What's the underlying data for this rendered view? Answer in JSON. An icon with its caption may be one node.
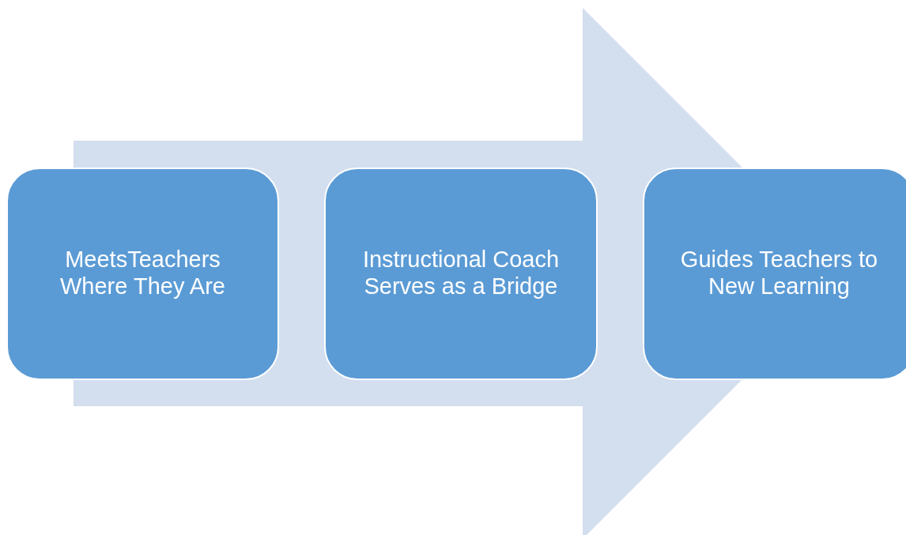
{
  "diagram": {
    "nodes": [
      {
        "text": [
          "MeetsTeachers Where They Are"
        ]
      },
      {
        "text": [
          "Instructional Coach Serves as a Bridge"
        ]
      },
      {
        "text": [
          "Guides Teachers to New Learning"
        ]
      }
    ],
    "edges": [
      {
        "from": 0,
        "to": 2,
        "arrow": "to"
      }
    ]
  }
}
